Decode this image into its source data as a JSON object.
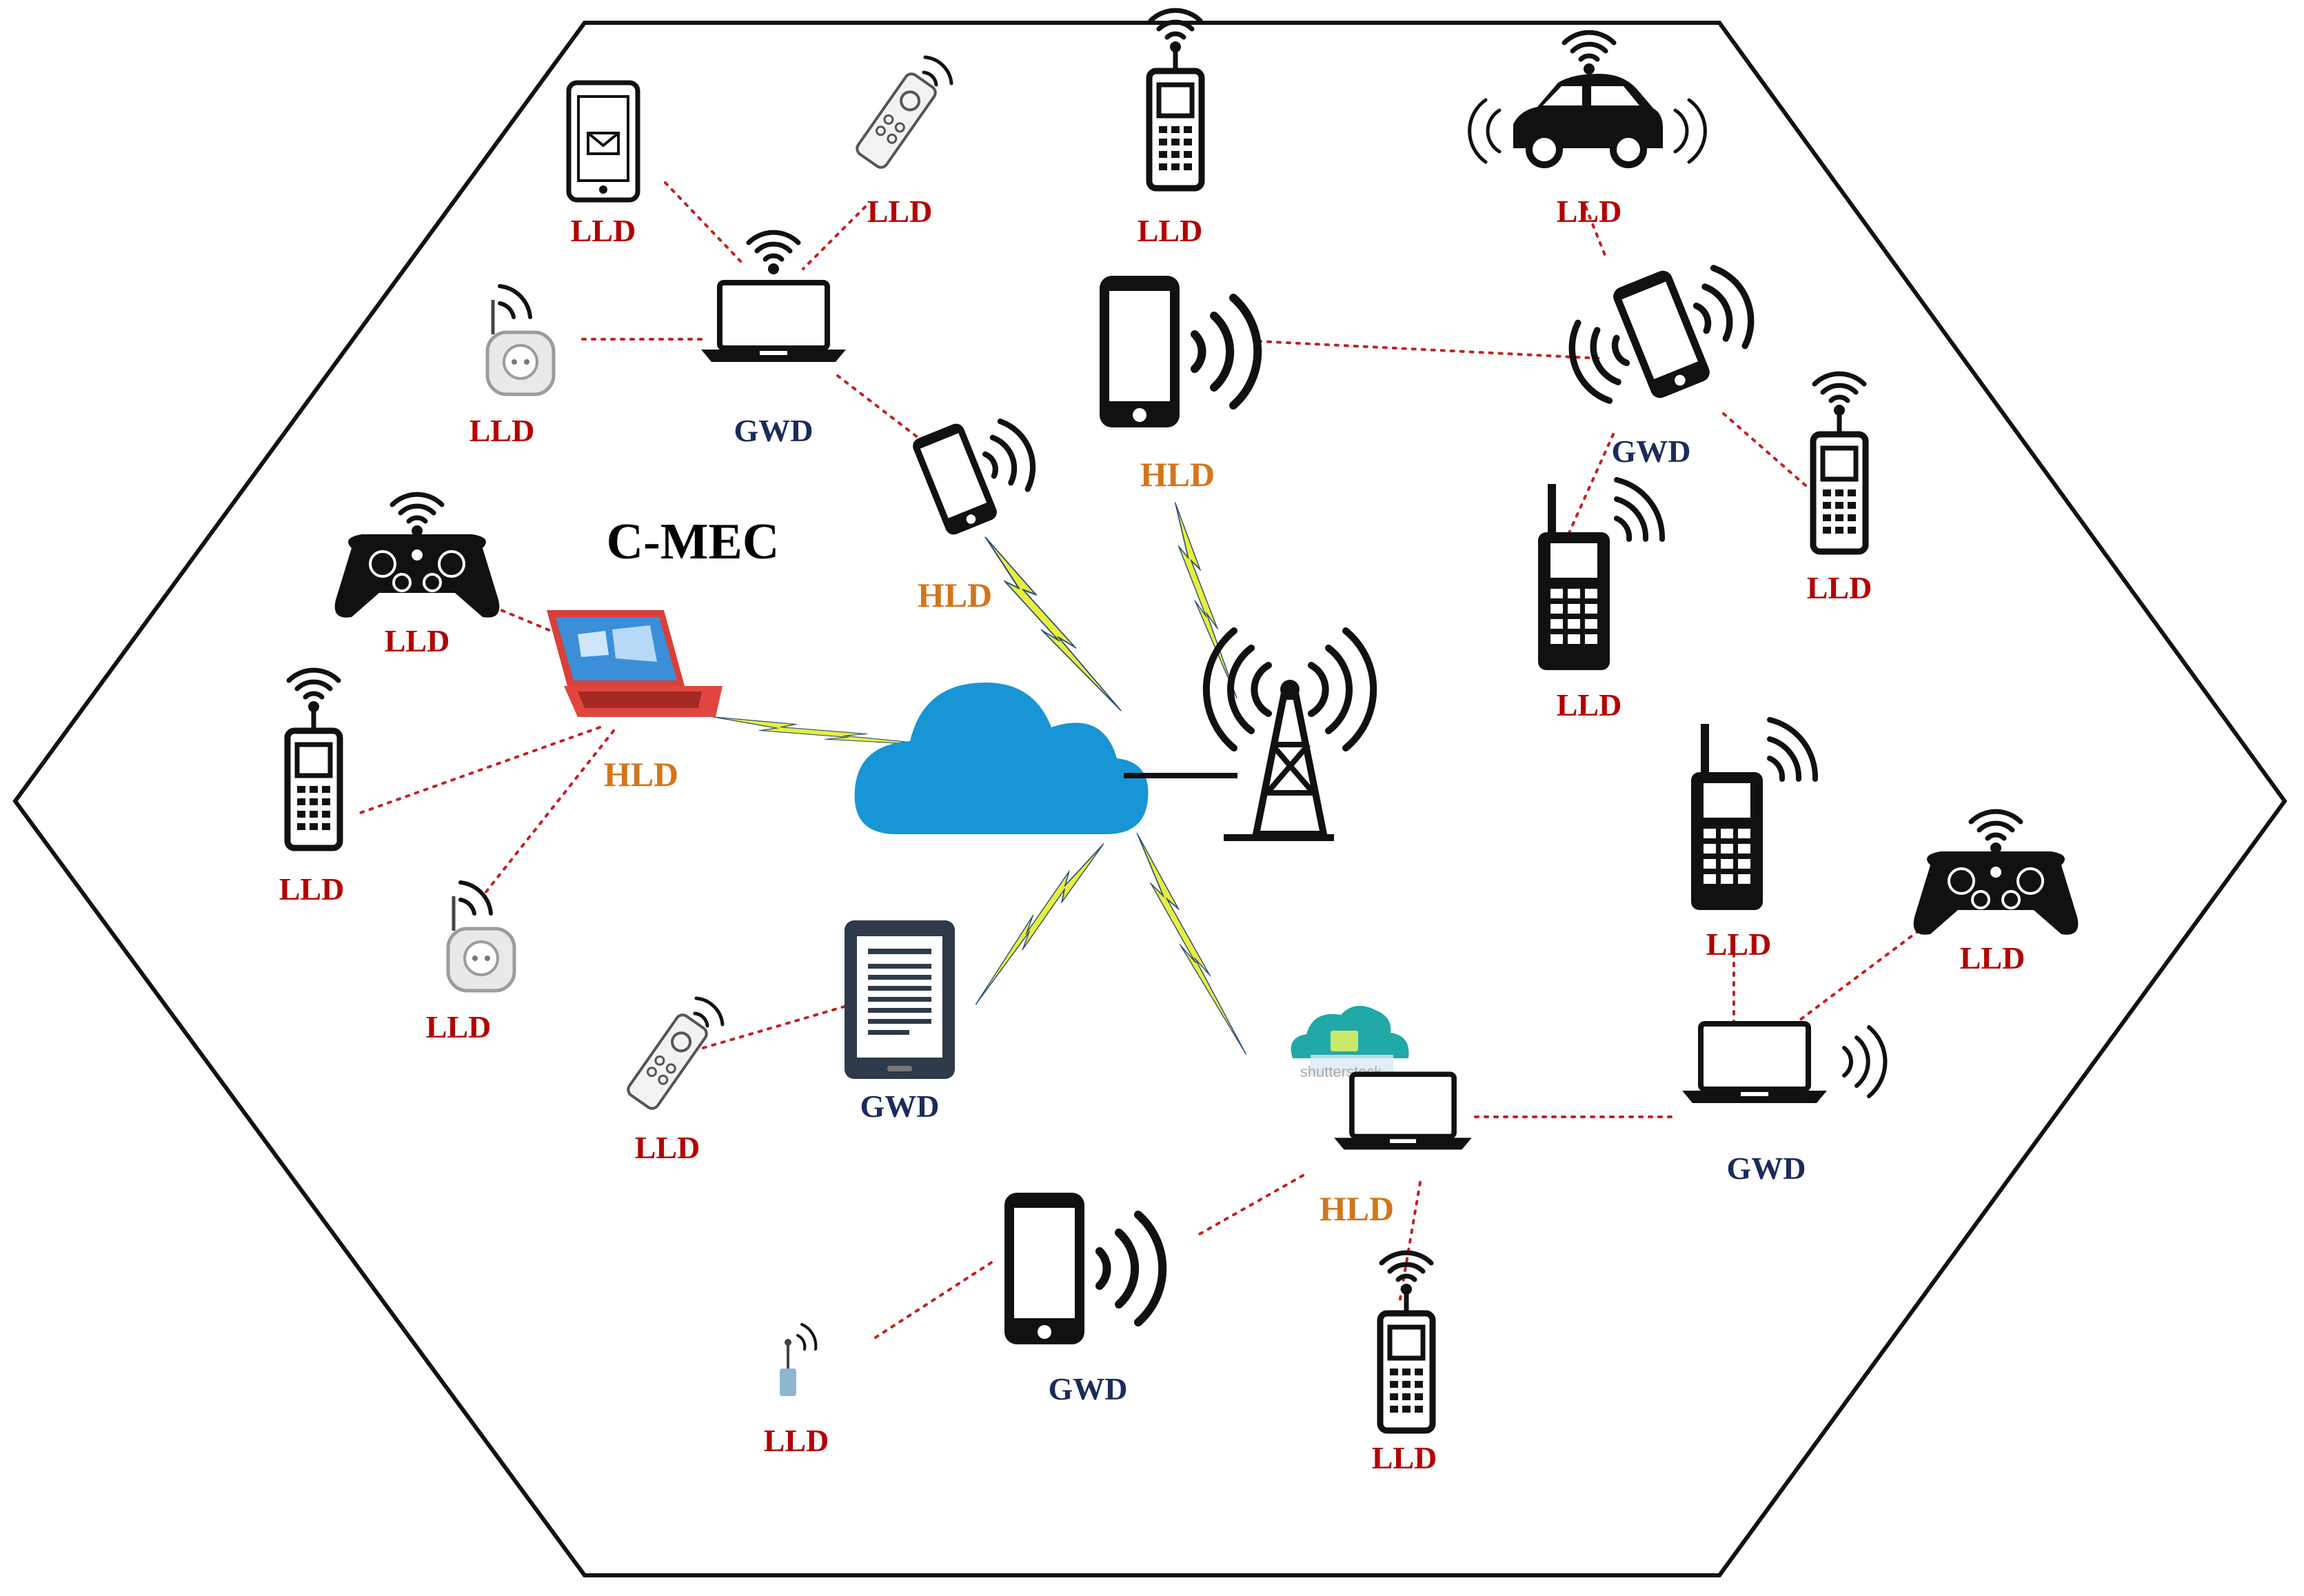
{
  "title": "C-MEC",
  "labels": {
    "lld": "LLD",
    "hld": "HLD",
    "gwd": "GWD"
  },
  "watermark": "shutterstock",
  "colors": {
    "lld": "#b40000",
    "hld": "#d2761c",
    "gwd": "#1b2b5b",
    "cloud": "#1795d4",
    "lightning": "#e8ef3c",
    "link": "#c42020"
  },
  "nodes": [
    {
      "id": "lld-tablet-mail",
      "icon": "tablet-mail-icon",
      "label": "LLD"
    },
    {
      "id": "lld-remote-top",
      "icon": "remote-control-icon",
      "label": "LLD"
    },
    {
      "id": "gwd-laptop-top",
      "icon": "laptop-wifi-icon",
      "label": "GWD"
    },
    {
      "id": "lld-plug-top",
      "icon": "smart-plug-icon",
      "label": "LLD"
    },
    {
      "id": "lld-phone-top",
      "icon": "feature-phone-icon",
      "label": "LLD"
    },
    {
      "id": "hld-phone-big-top",
      "icon": "smartphone-signal-icon",
      "label": "HLD"
    },
    {
      "id": "hld-phone-tilted",
      "icon": "smartphone-signal-icon",
      "label": "HLD"
    },
    {
      "id": "lld-car",
      "icon": "connected-car-icon",
      "label": "LLD"
    },
    {
      "id": "gwd-phone-right",
      "icon": "smartphone-signal-icon",
      "label": "GWD"
    },
    {
      "id": "lld-phone-right-1",
      "icon": "feature-phone-icon",
      "label": "LLD"
    },
    {
      "id": "lld-walkie",
      "icon": "walkie-phone-icon",
      "label": "LLD"
    },
    {
      "id": "lld-gamepad-left",
      "icon": "gamepad-icon",
      "label": "LLD"
    },
    {
      "id": "hld-laptop-red",
      "icon": "laptop-red-icon",
      "label": "HLD"
    },
    {
      "id": "lld-phone-left",
      "icon": "feature-phone-icon",
      "label": "LLD"
    },
    {
      "id": "lld-plug-left",
      "icon": "smart-plug-icon",
      "label": "LLD"
    },
    {
      "id": "cloud",
      "icon": "cloud-icon",
      "label": ""
    },
    {
      "id": "tower",
      "icon": "cell-tower-icon",
      "label": ""
    },
    {
      "id": "gwd-ereader",
      "icon": "ereader-icon",
      "label": "GWD"
    },
    {
      "id": "lld-remote-bottom",
      "icon": "remote-control-icon",
      "label": "LLD"
    },
    {
      "id": "hld-laptop-cloud",
      "icon": "laptop-cloud-icon",
      "label": "HLD"
    },
    {
      "id": "lld-walkie-right",
      "icon": "walkie-phone-icon",
      "label": "LLD"
    },
    {
      "id": "lld-gamepad-right",
      "icon": "gamepad-icon",
      "label": "LLD"
    },
    {
      "id": "gwd-laptop-right",
      "icon": "laptop-wifi-icon",
      "label": "GWD"
    },
    {
      "id": "gwd-phone-bottom",
      "icon": "smartphone-signal-icon",
      "label": "GWD"
    },
    {
      "id": "lld-sensor",
      "icon": "sensor-icon",
      "label": "LLD"
    },
    {
      "id": "lld-phone-bottom",
      "icon": "feature-phone-icon",
      "label": "LLD"
    }
  ],
  "links": [
    [
      "lld-tablet-mail",
      "gwd-laptop-top"
    ],
    [
      "lld-remote-top",
      "gwd-laptop-top"
    ],
    [
      "lld-plug-top",
      "gwd-laptop-top"
    ],
    [
      "gwd-laptop-top",
      "hld-phone-tilted"
    ],
    [
      "hld-phone-big-top",
      "gwd-phone-right"
    ],
    [
      "lld-car",
      "gwd-phone-right"
    ],
    [
      "gwd-phone-right",
      "lld-phone-right-1"
    ],
    [
      "gwd-phone-right",
      "lld-walkie"
    ],
    [
      "lld-gamepad-left",
      "hld-laptop-red"
    ],
    [
      "hld-laptop-red",
      "lld-phone-left"
    ],
    [
      "hld-laptop-red",
      "lld-plug-left"
    ],
    [
      "lld-remote-bottom",
      "gwd-ereader"
    ],
    [
      "hld-laptop-cloud",
      "gwd-laptop-right"
    ],
    [
      "gwd-laptop-right",
      "lld-walkie-right"
    ],
    [
      "gwd-laptop-right",
      "lld-gamepad-right"
    ],
    [
      "hld-laptop-cloud",
      "gwd-phone-bottom"
    ],
    [
      "hld-laptop-cloud",
      "lld-phone-bottom"
    ],
    [
      "lld-sensor",
      "gwd-phone-bottom"
    ]
  ],
  "wireless_links": [
    [
      "hld-laptop-red",
      "cloud"
    ],
    [
      "hld-phone-tilted",
      "cloud"
    ],
    [
      "hld-phone-big-top",
      "tower"
    ],
    [
      "cloud",
      "gwd-ereader"
    ],
    [
      "cloud",
      "hld-laptop-cloud"
    ]
  ]
}
